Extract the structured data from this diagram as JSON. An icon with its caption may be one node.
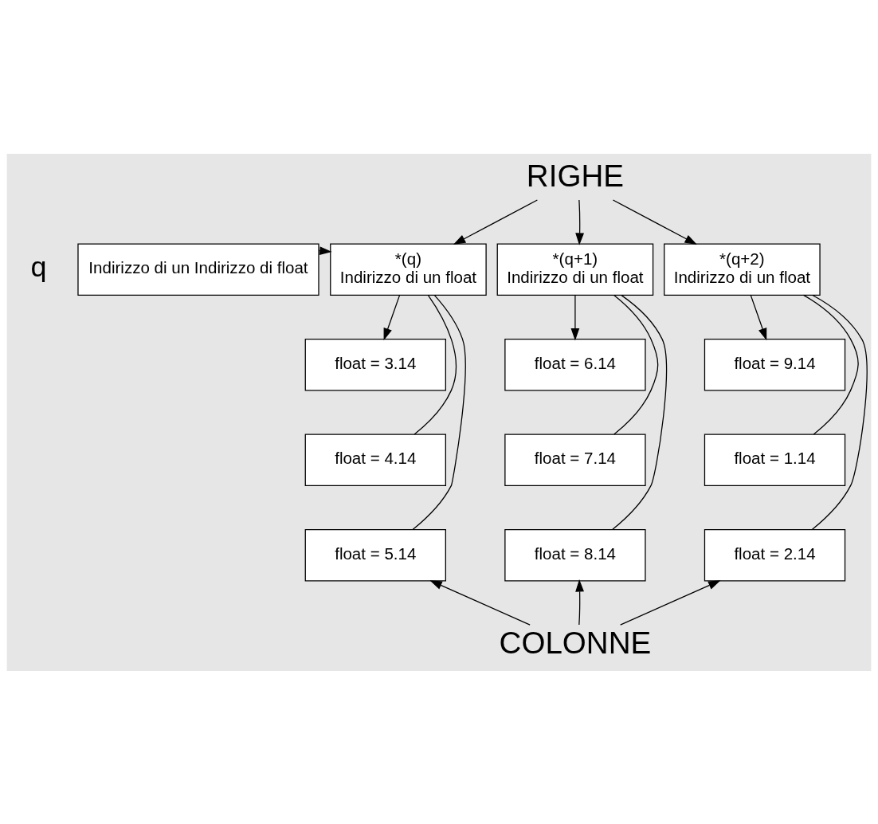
{
  "diagram": {
    "nodes": [
      {
        "text": [
          "Indirizzo di un Indirizzo di float"
        ],
        "beside": [
          "q"
        ]
      },
      {
        "text": [
          "*(q)",
          "Indirizzo di un float"
        ]
      },
      {
        "text": [
          "*(q+1)",
          "Indirizzo di un float"
        ]
      },
      {
        "text": [
          "*(q+2)",
          "Indirizzo di un float"
        ]
      },
      {
        "text": [
          "float = 3.14"
        ]
      },
      {
        "text": [
          "float = 4.14"
        ]
      },
      {
        "text": [
          "float = 5.14"
        ]
      },
      {
        "text": [
          "float = 6.14"
        ]
      },
      {
        "text": [
          "float = 7.14"
        ]
      },
      {
        "text": [
          "float = 8.14"
        ]
      },
      {
        "text": [
          "float = 9.14"
        ]
      },
      {
        "text": [
          "float = 1.14"
        ]
      },
      {
        "text": [
          "float = 2.14"
        ]
      },
      {
        "text": [
          "RIGHE"
        ]
      },
      {
        "text": [
          "COLONNE"
        ]
      }
    ],
    "edges": [
      {
        "from": 0,
        "to": 1,
        "arrow": "to"
      },
      {
        "from": 13,
        "to": 1,
        "arrow": "to"
      },
      {
        "from": 13,
        "to": 2,
        "arrow": "to"
      },
      {
        "from": 13,
        "to": 3,
        "arrow": "to"
      },
      {
        "from": 1,
        "to": 4,
        "arrow": "to"
      },
      {
        "from": 2,
        "to": 7,
        "arrow": "to"
      },
      {
        "from": 3,
        "to": 10,
        "arrow": "to"
      },
      {
        "from": 1,
        "to": 5,
        "arrow": "none"
      },
      {
        "from": 1,
        "to": 6,
        "arrow": "none"
      },
      {
        "from": 2,
        "to": 8,
        "arrow": "none"
      },
      {
        "from": 2,
        "to": 9,
        "arrow": "none"
      },
      {
        "from": 3,
        "to": 11,
        "arrow": "none"
      },
      {
        "from": 3,
        "to": 12,
        "arrow": "none"
      },
      {
        "from": 14,
        "to": 6,
        "arrow": "to"
      },
      {
        "from": 14,
        "to": 9,
        "arrow": "to"
      },
      {
        "from": 14,
        "to": 12,
        "arrow": "to"
      }
    ]
  }
}
